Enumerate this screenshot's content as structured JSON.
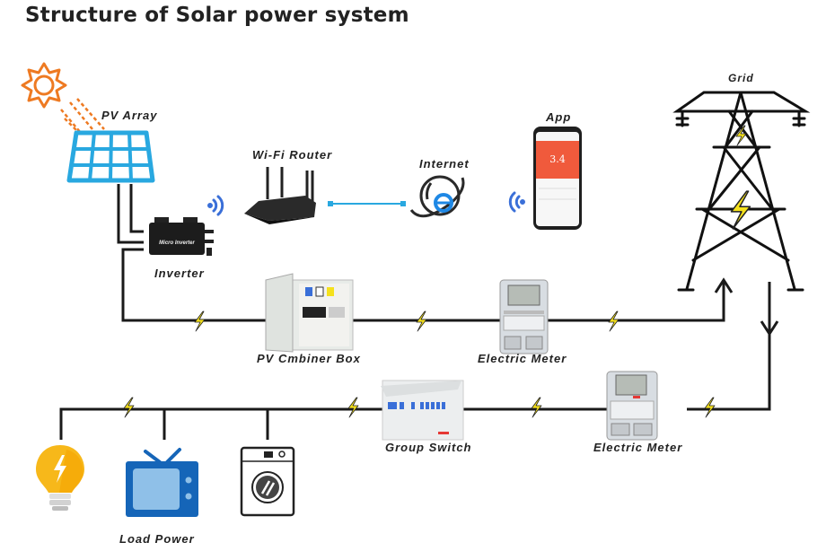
{
  "title": "Structure of Solar power system",
  "labels": {
    "pv_array": "PV Array",
    "wifi_router": "Wi-Fi Router",
    "internet": "Internet",
    "app": "App",
    "grid": "Grid",
    "inverter": "Inverter",
    "inverter_device_text": "Micro Inverter",
    "combiner_box": "PV Cmbiner Box",
    "electric_meter_top": "Electric Meter",
    "group_switch": "Group Switch",
    "electric_meter_bottom": "Electric Meter",
    "load_power": "Load Power"
  },
  "app_screen": {
    "value": "3.4"
  },
  "colors": {
    "line": "#1a1a1a",
    "bolt": "#f5e11c",
    "solar_blue": "#29a8e0",
    "sun_orange": "#ee7a22",
    "wifi_blue": "#3a6fd8",
    "app_red": "#f05a3c",
    "bulb_yellow": "#f7b81a",
    "tv_blue": "#1565b8"
  }
}
